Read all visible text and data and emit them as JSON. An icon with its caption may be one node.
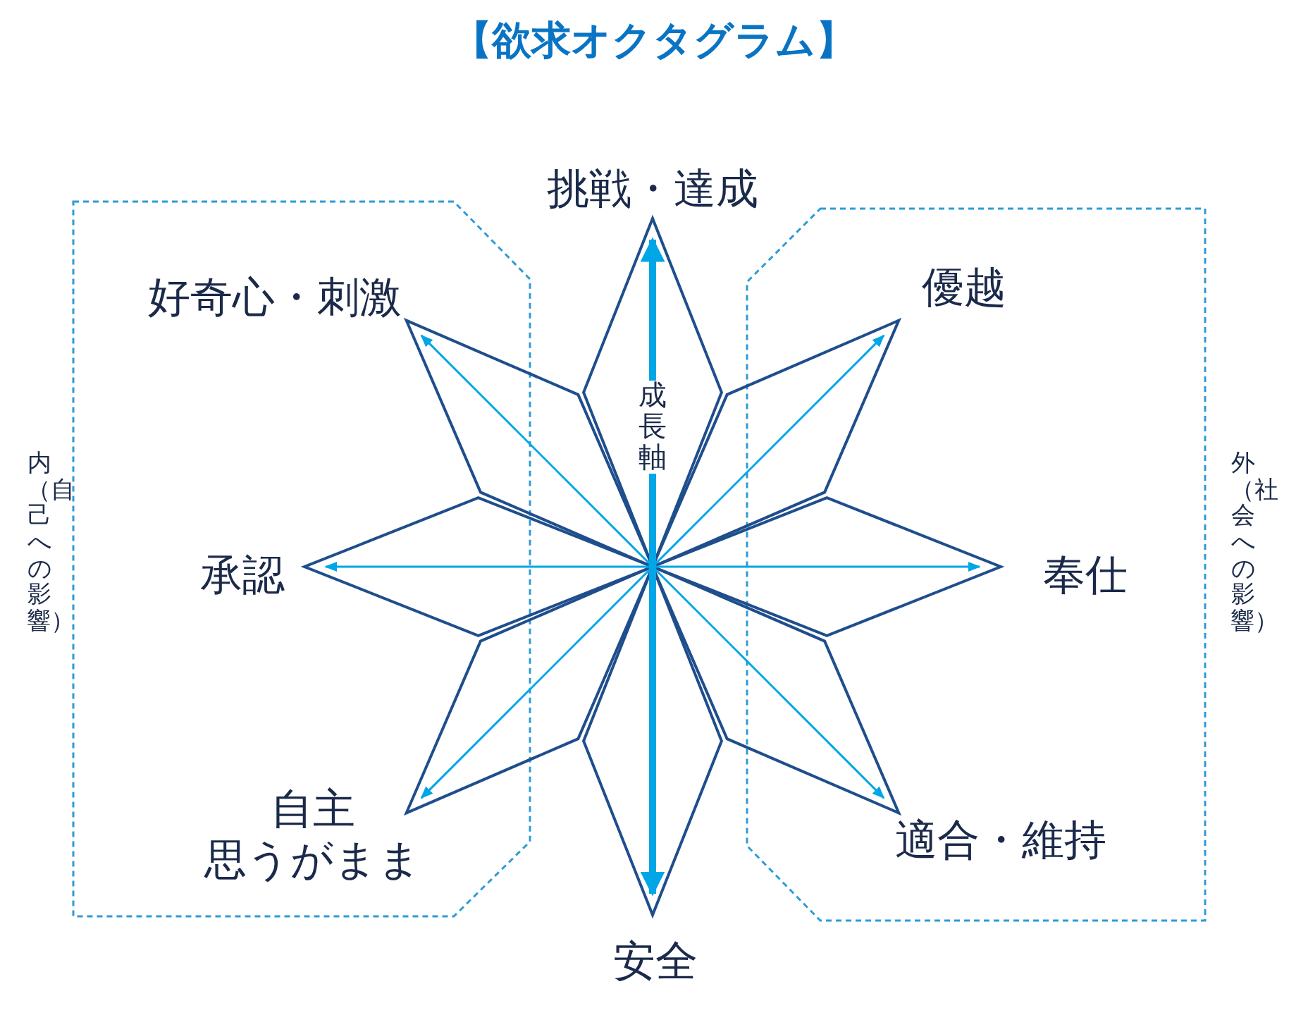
{
  "diagram": {
    "title": "【欲求オクタグラム】",
    "labels": [
      "挑戦・達成",
      "好奇心・刺激",
      "優越",
      "成長軸",
      "内（自己への影響）",
      "承認",
      "奉仕",
      "外（社会への影響）",
      "自主",
      "思うがまま",
      "適合・維持",
      "安全"
    ]
  }
}
